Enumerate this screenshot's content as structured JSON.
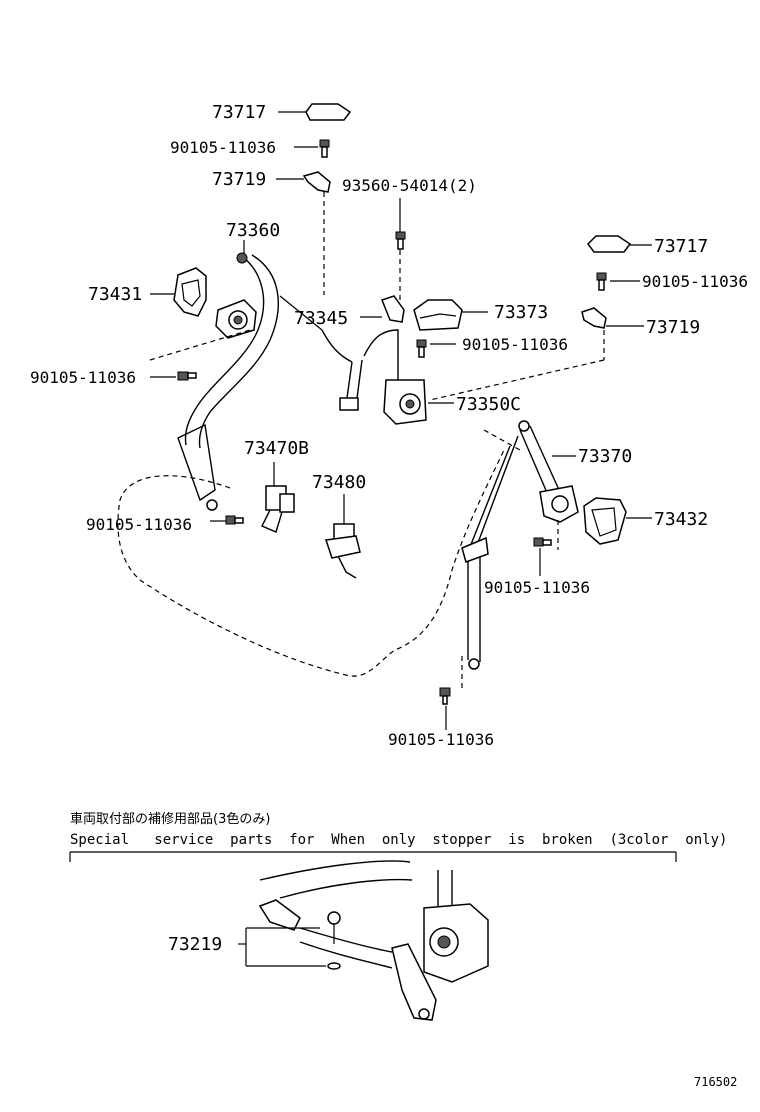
{
  "labels": {
    "p73717_a": "73717",
    "p90105_a": "90105-11036",
    "p73719_a": "73719",
    "p93560": "93560-54014(2)",
    "p73360": "73360",
    "p73717_b": "73717",
    "p73431": "73431",
    "p90105_b": "90105-11036",
    "p73345": "73345",
    "p73373": "73373",
    "p73719_b": "73719",
    "p90105_c": "90105-11036",
    "p90105_d": "90105-11036",
    "p73350c": "73350C",
    "p73470b": "73470B",
    "p73370": "73370",
    "p73480": "73480",
    "p73432": "73432",
    "p90105_e": "90105-11036",
    "p90105_f": "90105-11036",
    "p90105_g": "90105-11036",
    "p73219": "73219"
  },
  "note": {
    "japanese": "車両取付部の補修用部品(3色のみ)",
    "english": "Special   service  parts  for  When  only  stopper  is  broken  (3color  only)"
  },
  "figure_code": "716502"
}
